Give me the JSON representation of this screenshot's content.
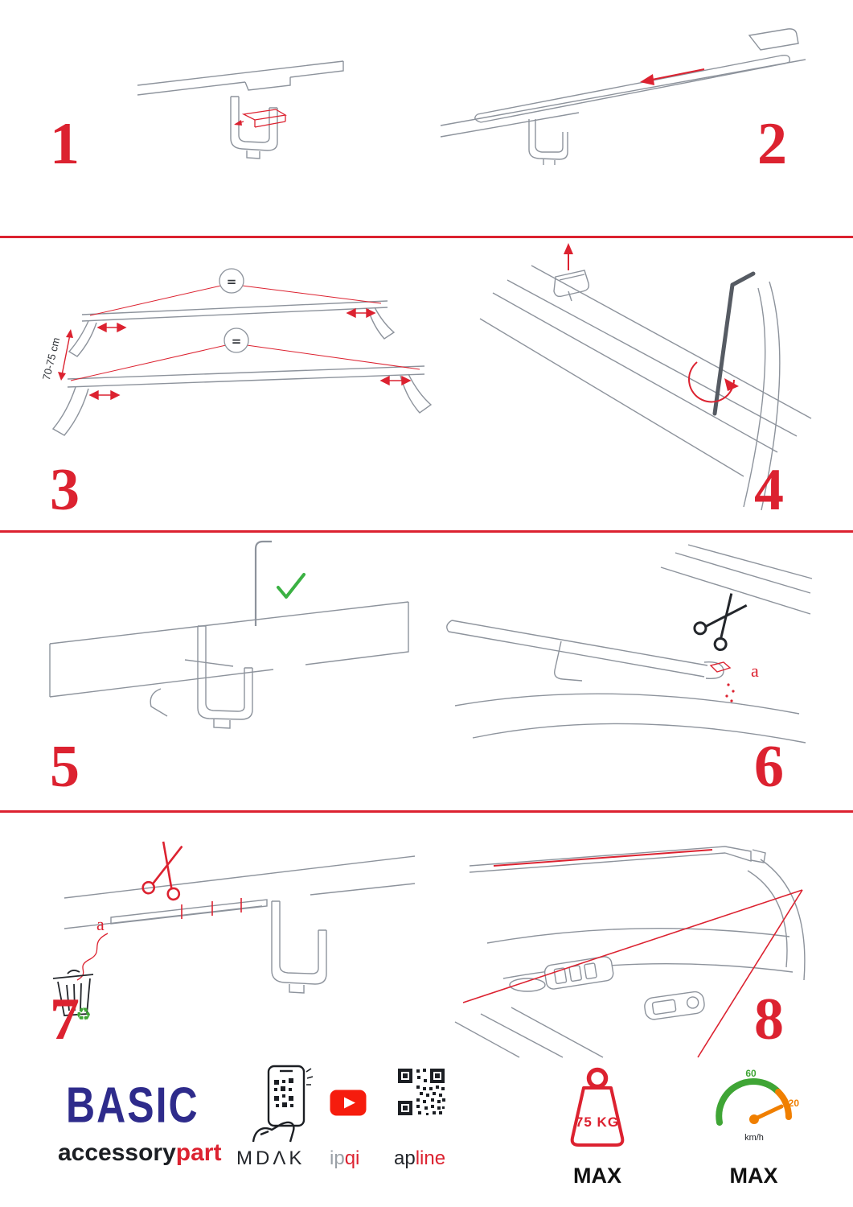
{
  "steps": [
    {
      "number": "1"
    },
    {
      "number": "2"
    },
    {
      "number": "3",
      "dimension": "70-75 cm",
      "equals": "="
    },
    {
      "number": "4"
    },
    {
      "number": "5"
    },
    {
      "number": "6",
      "label_a": "a"
    },
    {
      "number": "7",
      "label_a": "a"
    },
    {
      "number": "8"
    }
  ],
  "footer": {
    "brand_title": "BASIC",
    "brand_sub_black": "accessory",
    "brand_sub_red": "part",
    "partner_mdak": "MDΛK",
    "partner_ipqi_gray": "ip",
    "partner_ipqi_red": "qi",
    "partner_apline_black": "ap",
    "partner_apline_red": "line",
    "weight_value": "75 KG",
    "weight_max_label": "MAX",
    "speed_min_label": "60",
    "speed_max_value": "120",
    "speed_unit": "km/h",
    "speed_max_label": "MAX"
  },
  "icons": {
    "recycle-icon": "♻"
  },
  "colors": {
    "accent_red": "#dc2230",
    "brand_blue": "#2e2b8b",
    "gauge_green": "#3fa535",
    "gauge_orange": "#f07f00",
    "youtube_red": "#f61c0d",
    "check_green": "#3bb143"
  }
}
